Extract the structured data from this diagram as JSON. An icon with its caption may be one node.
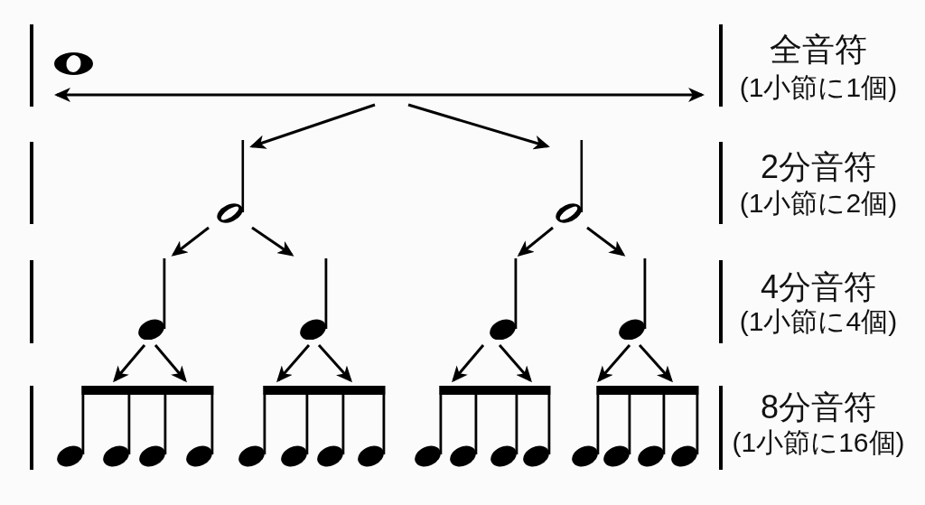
{
  "diagram": {
    "nodes": [
      {
        "text": [],
        "shape": "circle"
      },
      {
        "text": [],
        "shape": "picture"
      },
      {
        "text": [],
        "shape": "picture"
      },
      {
        "text": [],
        "shape": "picture"
      },
      {
        "text": [],
        "shape": "picture"
      },
      {
        "text": [],
        "shape": "picture"
      },
      {
        "text": [],
        "shape": "picture"
      },
      {
        "text": [],
        "shape": "picture"
      },
      {
        "text": [],
        "shape": "picture"
      },
      {
        "text": [],
        "shape": "picture"
      },
      {
        "text": [],
        "shape": "picture"
      }
    ],
    "edges": [
      {
        "from": null,
        "to": 1,
        "arrow": "to"
      },
      {
        "from": null,
        "to": 2,
        "arrow": "to"
      },
      {
        "from": 1,
        "to": 3,
        "arrow": "to"
      },
      {
        "from": 1,
        "to": 4,
        "arrow": "to"
      },
      {
        "from": 2,
        "to": 5,
        "arrow": "to"
      },
      {
        "from": 2,
        "to": 6,
        "arrow": "to"
      },
      {
        "from": 3,
        "to": 7,
        "arrow": "to"
      },
      {
        "from": 3,
        "to": 7,
        "arrow": "to"
      },
      {
        "from": 4,
        "to": 8,
        "arrow": "to"
      },
      {
        "from": 4,
        "to": 8,
        "arrow": "to"
      },
      {
        "from": 5,
        "to": 9,
        "arrow": "to"
      },
      {
        "from": 5,
        "to": 9,
        "arrow": "to"
      },
      {
        "from": 6,
        "to": 10,
        "arrow": "to"
      },
      {
        "from": 6,
        "to": 10,
        "arrow": "to"
      }
    ],
    "labels": [
      "全音符",
      "(1小節に1個)",
      "2分音符",
      "(1小節に2個)",
      "4分音符",
      "(1小節に4個)",
      "8分音符",
      "(1小節に16個)"
    ]
  }
}
